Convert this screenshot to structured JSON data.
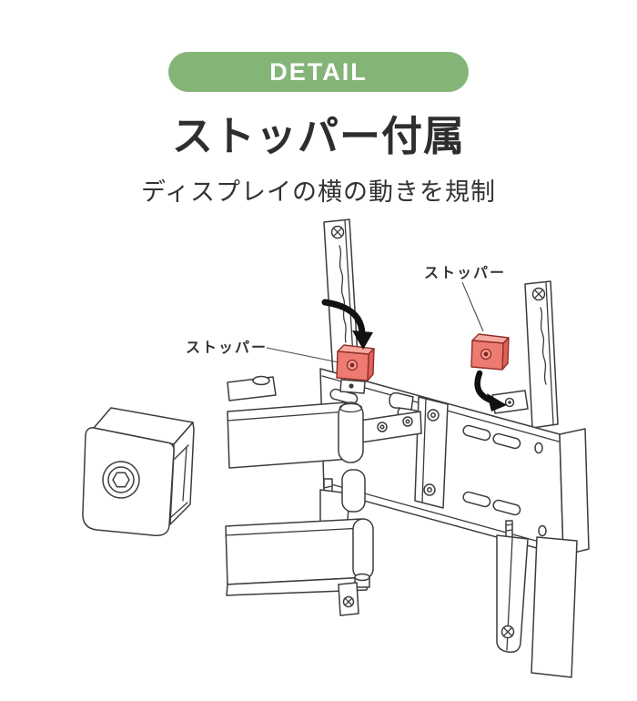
{
  "badge": {
    "label": "DETAIL",
    "bg_color": "#84b577",
    "text_color": "#ffffff"
  },
  "heading": {
    "title": "ストッパー付属",
    "subtitle": "ディスプレイの横の動きを規制",
    "text_color": "#2e2e2e"
  },
  "diagram": {
    "labels": {
      "left_stopper": "ストッパー",
      "right_stopper": "ストッパー"
    },
    "colors": {
      "line_art": "#3c3c3c",
      "stopper_front": "#ee7b72",
      "stopper_top": "#f6aba2",
      "stopper_side": "#dd6157",
      "stopper_outline": "#8f2f28",
      "arrow": "#111111"
    },
    "parts": [
      "stopper-closeup",
      "wall-plate",
      "left-rail",
      "right-rail",
      "articulating-arm",
      "stopper-left",
      "stopper-right"
    ]
  }
}
